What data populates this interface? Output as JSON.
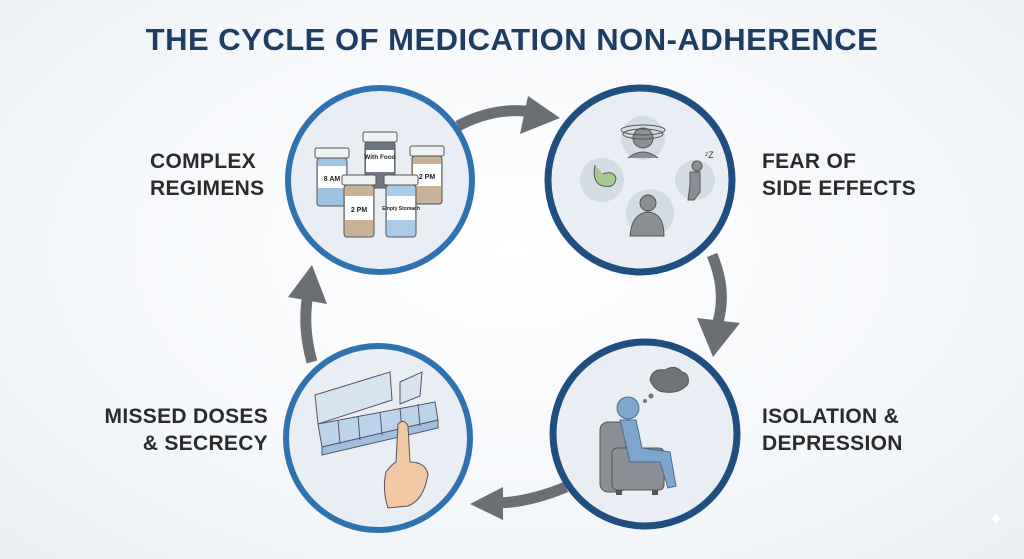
{
  "title": "THE CYCLE OF MEDICATION NON-ADHERENCE",
  "colors": {
    "title": "#1f3d63",
    "ring_light": "#2f72b0",
    "ring_dark": "#1f4f80",
    "arrow": "#6b6e73",
    "label_text": "#2b2b2b",
    "circle_fill": "#e8eef4"
  },
  "stages": [
    {
      "id": "complex-regimens",
      "lines": [
        "COMPLEX",
        "REGIMENS"
      ],
      "icon": "pill-bottles-icon",
      "bottle_labels": [
        "8 AM",
        "With Food",
        "2 PM",
        "Empty Stomach",
        "2 PM"
      ]
    },
    {
      "id": "fear-of-side-effects",
      "lines": [
        "FEAR OF",
        "SIDE EFFECTS"
      ],
      "icon": "side-effects-icon",
      "sub_icons": [
        "dizziness-icon",
        "stomach-icon",
        "fatigue-icon",
        "nausea-icon"
      ],
      "sleep_text": "ᶻZ"
    },
    {
      "id": "isolation-depression",
      "lines": [
        "ISOLATION &",
        "DEPRESSION"
      ],
      "icon": "person-in-armchair-icon"
    },
    {
      "id": "missed-doses-secrecy",
      "lines": [
        "MISSED DOSES",
        "& SECRECY"
      ],
      "icon": "pill-organizer-icon"
    }
  ],
  "arrows": [
    "top-arrow-right",
    "right-arrow-down",
    "bottom-arrow-left",
    "left-arrow-up"
  ],
  "sparkle": "✦"
}
